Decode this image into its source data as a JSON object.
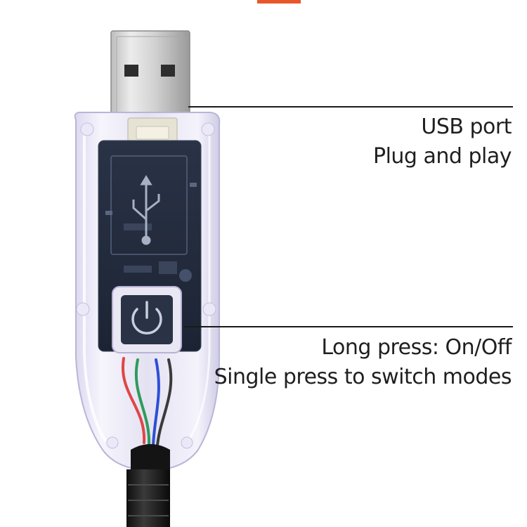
{
  "accent_color": "#e8572a",
  "callouts": {
    "usb": {
      "line1": "USB port",
      "line2": "Plug and play"
    },
    "button": {
      "line1": "Long press: On/Off",
      "line2": "Single press to switch modes"
    }
  },
  "icons": [
    "usb-icon",
    "power-icon"
  ]
}
